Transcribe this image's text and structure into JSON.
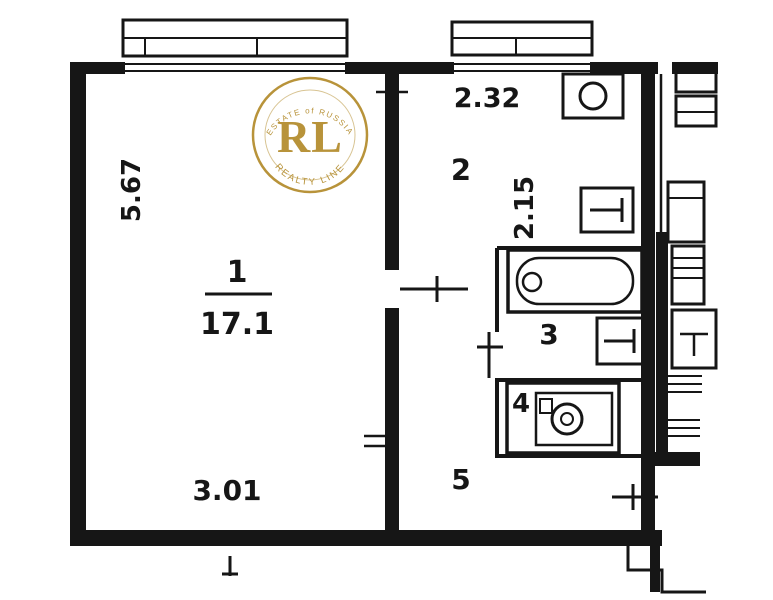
{
  "plan": {
    "rooms": [
      {
        "number": "1",
        "area": "17.1",
        "width": "3.01",
        "height": "5.67"
      },
      {
        "number": "2",
        "width": "2.32",
        "height": "2.15"
      },
      {
        "number": "3"
      },
      {
        "number": "4"
      },
      {
        "number": "5"
      }
    ]
  },
  "watermark": {
    "initials": "RL",
    "top_text": "ESTATE of RUSSIA",
    "bottom_text": "REALTY LINE",
    "color": "#b8933a"
  },
  "colors": {
    "ink": "#161616",
    "background": "#ffffff"
  }
}
